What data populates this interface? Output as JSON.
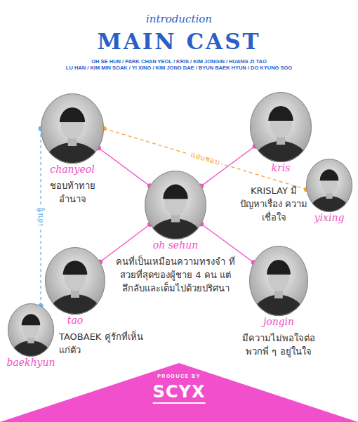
{
  "diagram": {
    "title": "MAIN CAST",
    "nodes": [
      {
        "text": [
          "chanyeol",
          "ชอบท้าทาย อำนาจ"
        ]
      },
      {
        "text": [
          "kris"
        ]
      },
      {
        "text": [
          "yixing"
        ]
      },
      {
        "text": [
          "oh sehun",
          "คนที่เป็นเหมือนความทรงจำ ที่สวยที่สุดของผู้ชาย 4 คน แต่ลึกลับและเต็มไปด้วยปริศนา"
        ]
      },
      {
        "text": [
          "tao"
        ]
      },
      {
        "text": [
          "jongin",
          "มีความไม่พอใจต่อ พวกพี่ ๆ อยู่ในใจ"
        ]
      },
      {
        "text": [
          "baekhyun"
        ]
      },
      {
        "text": [
          "PRODUCE BY",
          "SCYX"
        ]
      }
    ],
    "edges": [
      {
        "from": 3,
        "to": 0,
        "arrow": "none"
      },
      {
        "from": 3,
        "to": 1,
        "arrow": "none"
      },
      {
        "from": 3,
        "to": 4,
        "arrow": "none"
      },
      {
        "from": 3,
        "to": 5,
        "arrow": "none"
      },
      {
        "from": 0,
        "to": 2,
        "label": "แอบชอบ",
        "arrow": "none"
      },
      {
        "from": 0,
        "to": 6,
        "label": "เล่นชู้",
        "arrow": "none"
      }
    ],
    "labels": [
      "introduction",
      "OH SE HUN / PARK CHAN YEOL / KRIS / KIM JONGIN / HUANG ZI TAO",
      "LU HAN / KIM MIN SOAK / YI XING / KIM JONG DAE / BYUN BAEK HYUN / DO KYUNG SOO",
      "KRISLAY มีปัญหาเรื่อง ความเชื่อใจ",
      "TAOBAEK คู่รักที่เห็นแก่ตัว"
    ]
  }
}
